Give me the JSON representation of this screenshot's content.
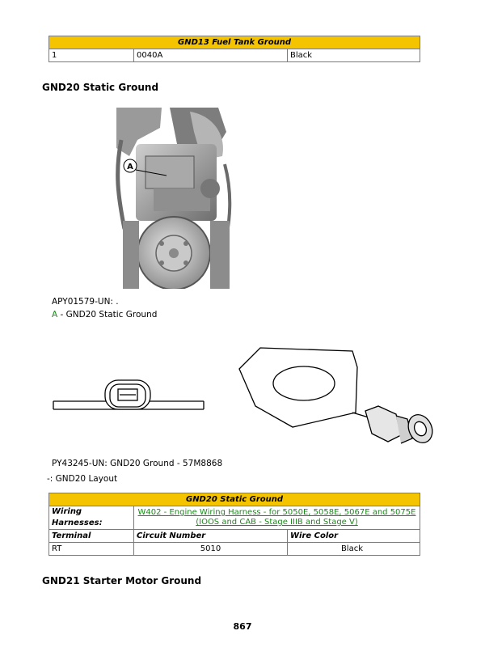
{
  "gnd13_table": {
    "title": "GND13 Fuel Tank Ground",
    "row": [
      "1",
      "0040A",
      "Black"
    ]
  },
  "gnd20_heading": "GND20 Static Ground",
  "figure1": {
    "callout": "A",
    "caption": "APY01579-UN: .",
    "legend_key": "A",
    "legend_text": " - GND20 Static Ground"
  },
  "figure2": {
    "caption": "PY43245-UN: GND20 Ground - 57M8868"
  },
  "layout_caption": "-: GND20 Layout",
  "gnd20_table": {
    "title": "GND20 Static Ground",
    "harness_label": "Wiring Harnesses:",
    "harness_link_line1": "W402 - Engine Wiring Harness - for 5050E, 5058E, 5067E and 5075E",
    "harness_link_line2": "(IOOS and CAB - Stage IIIB and Stage V)",
    "col_headers": [
      "Terminal",
      "Circuit Number",
      "Wire Color"
    ],
    "row": [
      "RT",
      "5010",
      "Black"
    ]
  },
  "gnd21_heading": "GND21 Starter Motor Ground",
  "page_number": "867"
}
